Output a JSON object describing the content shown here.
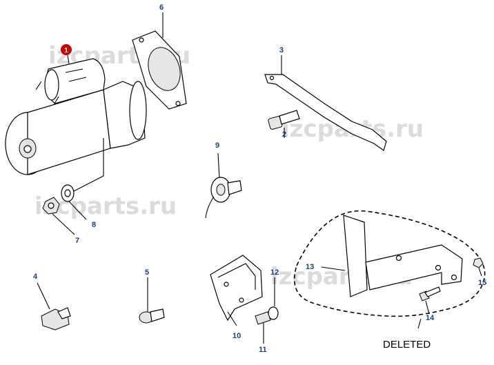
{
  "callouts": {
    "c1": "1",
    "c2": "2",
    "c3": "3",
    "c4": "4",
    "c5": "5",
    "c6": "6",
    "c7": "7",
    "c8": "8",
    "c9": "9",
    "c10": "10",
    "c11": "11",
    "c12": "12",
    "c13": "13",
    "c14": "14",
    "c15": "15"
  },
  "deleted_label": "DELETED",
  "watermarks": [
    "izcparts.ru",
    "izcparts.ru",
    "izcparts.ru",
    "izcparts.ru"
  ],
  "colors": {
    "callout_text": "#1a3a8c",
    "highlight_marker": "#cc0000",
    "watermark": "#bfbfbf"
  }
}
